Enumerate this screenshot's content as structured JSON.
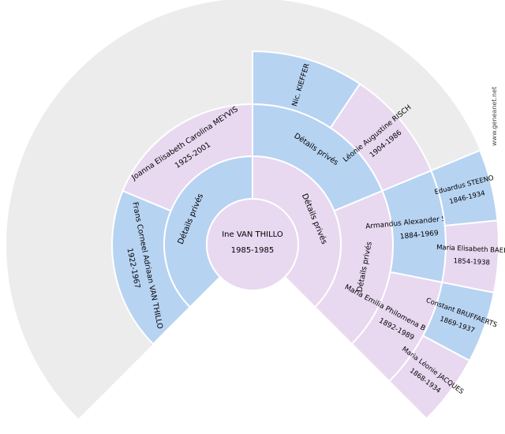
{
  "watermark": "www.geneanet.net",
  "colors": {
    "male": "#b7d3f2",
    "female": "#e8d8f0",
    "empty": "#ececec",
    "stroke": "#ffffff"
  },
  "root": {
    "name": "Ine VAN THILLO",
    "dates": "1985-1985",
    "gender": "female"
  },
  "people": [
    {
      "id": "g1-father",
      "lines": [
        "Détails privés"
      ],
      "gender": "male"
    },
    {
      "id": "g1-mother",
      "lines": [
        "Détails privés"
      ],
      "gender": "female"
    },
    {
      "id": "g2-ff",
      "lines": [
        "Frans Corneel Adriaan VAN THILLO",
        "1922-1967"
      ],
      "gender": "male"
    },
    {
      "id": "g2-fm",
      "lines": [
        "Joanna Elisabeth Carolina MEYVIS",
        "1925-2001"
      ],
      "gender": "female"
    },
    {
      "id": "g2-mf",
      "lines": [
        "Détails privés"
      ],
      "gender": "male"
    },
    {
      "id": "g2-mm",
      "lines": [
        "Détails privés"
      ],
      "gender": "female"
    },
    {
      "id": "g3-mff",
      "lines": [
        "Nic. KIEFFER"
      ],
      "gender": "male"
    },
    {
      "id": "g3-mfm",
      "lines": [
        "Léonie Augustine RISCH",
        "1904-1986"
      ],
      "gender": "female"
    },
    {
      "id": "g3-mmf",
      "lines": [
        "Armandus Alexander STEENO",
        "1884-1969"
      ],
      "gender": "male"
    },
    {
      "id": "g3-mmm",
      "lines": [
        "Maria Emilia Philomena BRUFFAERTS",
        "1892-1989"
      ],
      "gender": "female"
    },
    {
      "id": "g4-mmff",
      "lines": [
        "Eduardus STEENO",
        "1846-1934"
      ],
      "gender": "male"
    },
    {
      "id": "g4-mmfm",
      "lines": [
        "Maria Elisabeth BAEB",
        "1854-1938"
      ],
      "gender": "female"
    },
    {
      "id": "g4-mmmf",
      "lines": [
        "Constant BRUFFAERTS",
        "1869-1937"
      ],
      "gender": "male"
    },
    {
      "id": "g4-mmmm",
      "lines": [
        "Maria Léonie JACQUES",
        "1868-1934"
      ],
      "gender": "female"
    }
  ]
}
